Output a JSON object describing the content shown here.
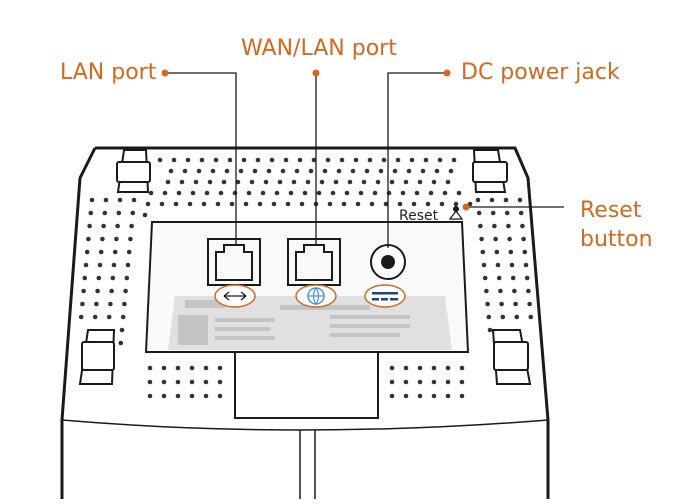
{
  "labels": {
    "lan_port": "LAN port",
    "wan_lan_port": "WAN/LAN port",
    "dc_power_jack": "DC power jack",
    "reset_button_line1": "Reset",
    "reset_button_line2": "button"
  },
  "device": {
    "reset_marking": "Reset"
  },
  "colors": {
    "callout": "#d2691e",
    "outline": "#1a1a1a",
    "panel_label": "#e0e0e0"
  },
  "icons": {
    "lan": "lan-arrows-icon",
    "wan": "globe-icon",
    "dc": "dc-power-icon"
  }
}
